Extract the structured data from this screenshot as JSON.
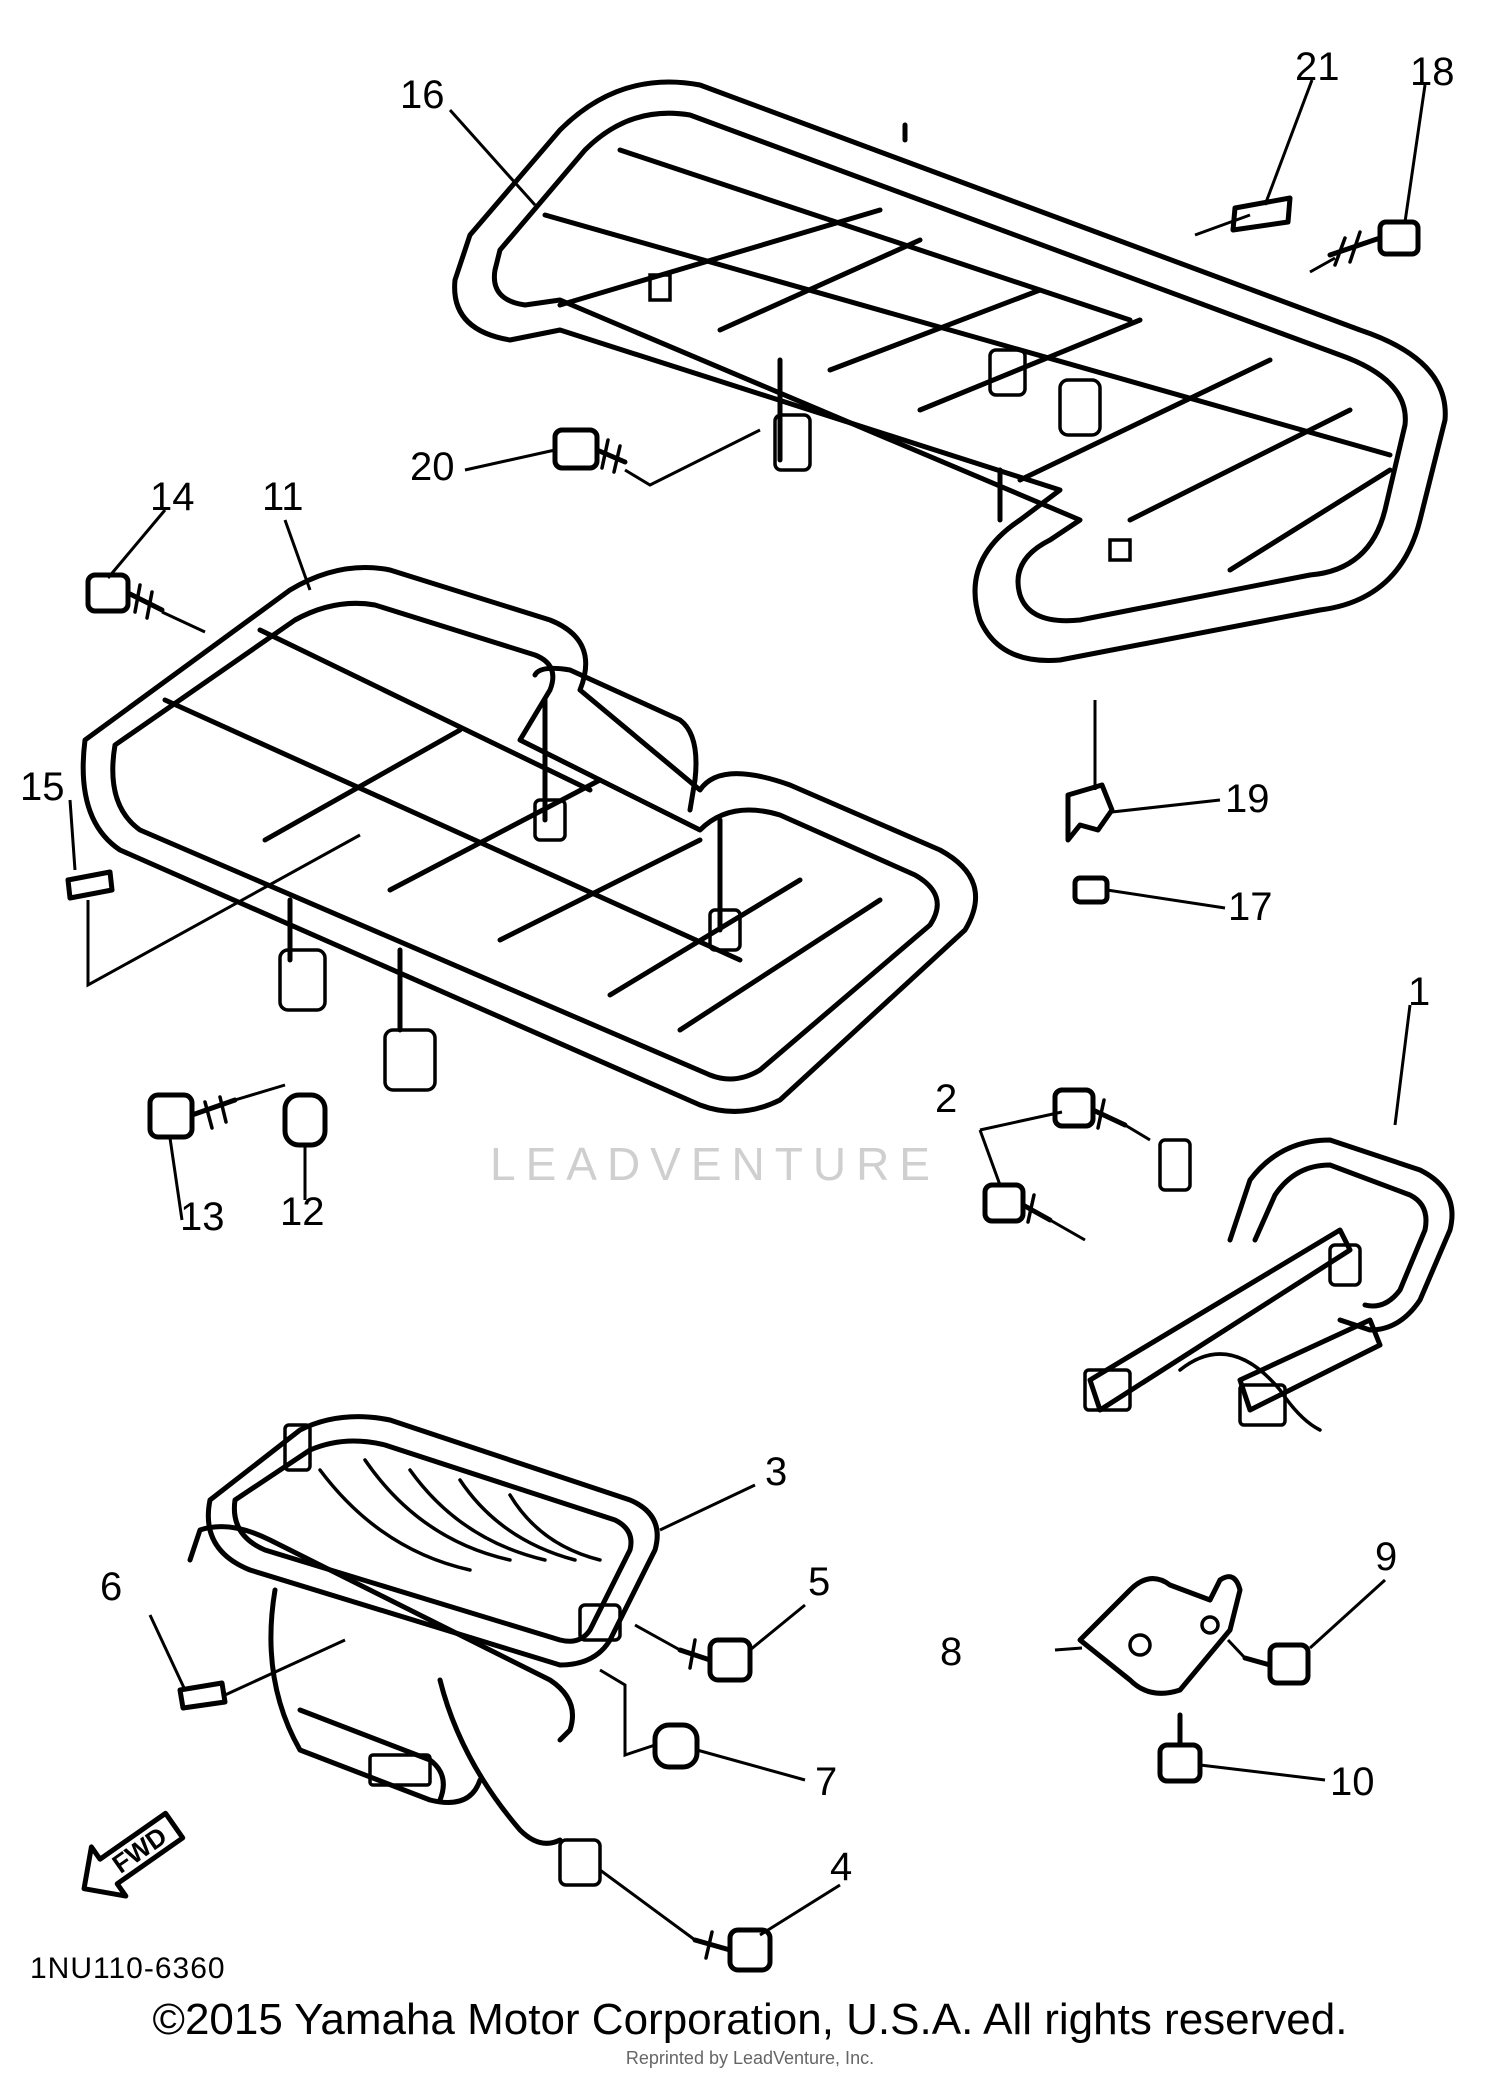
{
  "diagram": {
    "code": "1NU110-6360",
    "watermark": "LEADVENTURE",
    "fwd_label": "FWD",
    "callouts": [
      "1",
      "2",
      "3",
      "4",
      "5",
      "6",
      "7",
      "8",
      "9",
      "10",
      "11",
      "12",
      "13",
      "14",
      "15",
      "16",
      "17",
      "18",
      "19",
      "20",
      "21"
    ]
  },
  "footer": {
    "copyright": "©2015 Yamaha Motor Corporation, U.S.A. All rights reserved.",
    "republished": "Reprinted by LeadVenture, Inc."
  }
}
